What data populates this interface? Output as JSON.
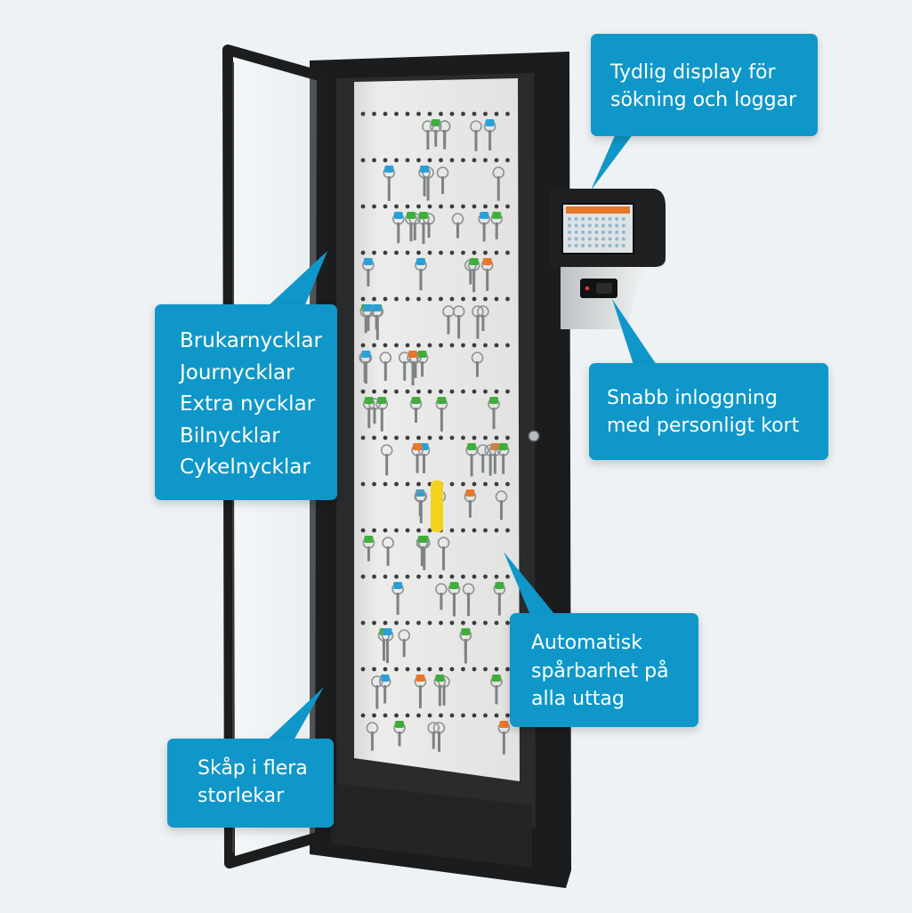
{
  "callouts": {
    "display": {
      "lines": [
        "Tydlig display för",
        "sökning och loggar"
      ]
    },
    "key_types": {
      "lines": [
        "Brukarnycklar",
        "Journycklar",
        "Extra nycklar",
        "Bilnycklar",
        "Cykelnycklar"
      ]
    },
    "login": {
      "lines": [
        "Snabb inloggning",
        "med personligt kort"
      ]
    },
    "traceability": {
      "lines": [
        "Automatisk",
        "spårbarhet på",
        "alla uttag"
      ]
    },
    "sizes": {
      "lines": [
        "Skåp i flera",
        "storlekar"
      ]
    }
  },
  "colors": {
    "background": "#eef2f4",
    "callout_blue": "#0f97c9",
    "cabinet_frame": "#1b1c1e",
    "key_panel": "#e4e4e2",
    "tag_green": "#3fae3b",
    "tag_blue": "#2aa0d8",
    "tag_orange": "#e8772a",
    "tag_yellow": "#f2d21a"
  },
  "icons": [
    "key-cabinet-illustration",
    "touch-display-icon",
    "card-reader-icon",
    "key-icon"
  ]
}
